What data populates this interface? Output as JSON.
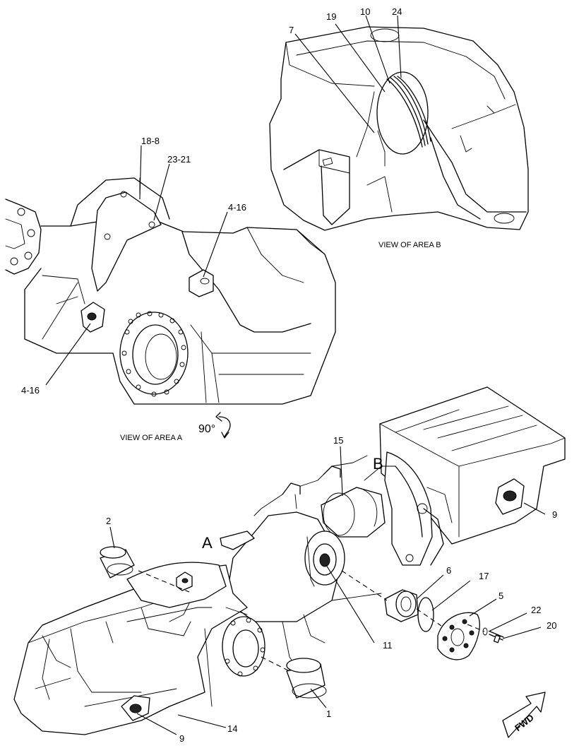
{
  "views": {
    "area_b_caption": "VIEW OF AREA B",
    "area_a_caption": "VIEW OF AREA A",
    "rotation_label": "90°"
  },
  "area_markers": {
    "a": "A",
    "b": "B"
  },
  "fwd_arrow_label": "FWD",
  "callouts": {
    "view_b": {
      "c7": "7",
      "c19": "19",
      "c10": "10",
      "c24": "24"
    },
    "view_a": {
      "c18_8": "18-8",
      "c23_21": "23-21",
      "c4_16_top": "4-16",
      "c4_16_left": "4-16"
    },
    "main": {
      "c15": "15",
      "c9_right": "9",
      "c2": "2",
      "c6": "6",
      "c17": "17",
      "c5": "5",
      "c22": "22",
      "c20": "20",
      "c11": "11",
      "c1": "1",
      "c14": "14",
      "c9_left": "9"
    }
  }
}
